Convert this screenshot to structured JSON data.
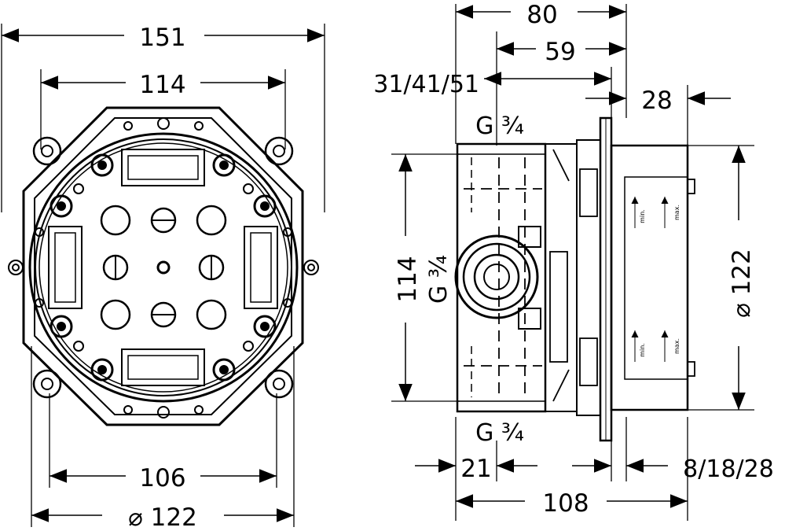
{
  "front_view": {
    "dim_overall_width": "151",
    "dim_inner_width": "114",
    "dim_bottom_width": "106",
    "dim_bottom_diameter": "⌀ 122"
  },
  "side_view": {
    "dim_top_80": "80",
    "dim_top_59": "59",
    "dim_depth_range": "31/41/51",
    "dim_28": "28",
    "thread_top": "G ¾",
    "thread_middle": "G ¾",
    "thread_bottom": "G ¾",
    "dim_height_114": "114",
    "dim_diameter_122": "⌀ 122",
    "dim_21": "21",
    "dim_range_bottom": "8/18/28",
    "dim_108": "108",
    "min_label": "min.",
    "max_label": "max."
  }
}
